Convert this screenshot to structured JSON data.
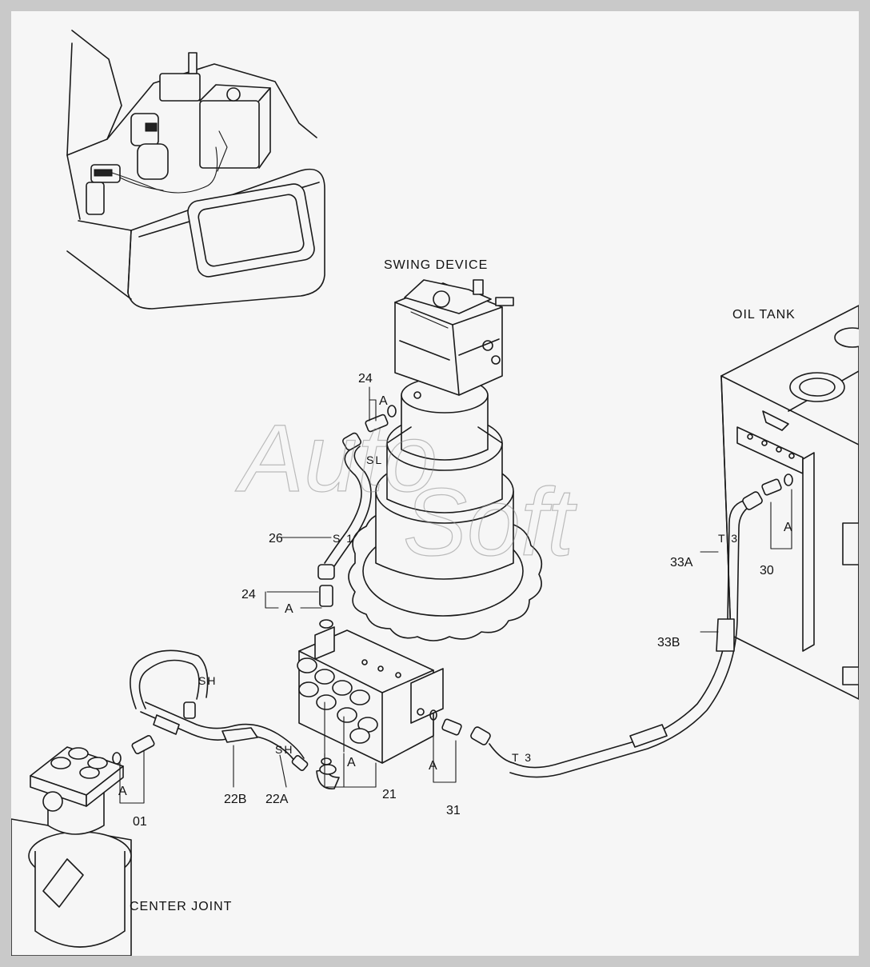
{
  "labels": {
    "swing_device": "SWING DEVICE",
    "oil_tank": "OIL TANK",
    "center_joint": "CENTER JOINT"
  },
  "watermark": "AutoSoft",
  "callouts": {
    "p24_top": "24",
    "p24_mid": "24",
    "p26": "26",
    "p22B": "22B",
    "p22A": "22A",
    "p21": "21",
    "p31": "31",
    "p01": "01",
    "p30": "30",
    "p33A": "33A",
    "p33B": "33B"
  },
  "markers": {
    "a_top": "A",
    "a_mid": "A",
    "a_21": "A",
    "a_31": "A",
    "a_01": "A",
    "a_30": "A"
  },
  "hose_tags": {
    "sl": "SL",
    "s1": "S 1",
    "sh_upper": "SH",
    "sh_lower": "SH",
    "t3_tank": "T 3",
    "t3_lower": "T 3"
  }
}
